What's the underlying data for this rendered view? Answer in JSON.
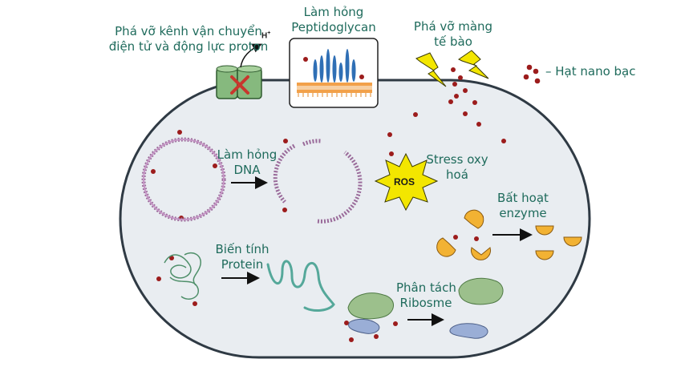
{
  "labels": {
    "proton": [
      "Phá vỡ kênh vận chuyển",
      "điện tử và động lực proton"
    ],
    "peptidoglycan": [
      "Làm hỏng",
      "Peptidoglycan"
    ],
    "membrane": [
      "Phá vỡ màng",
      "tế bào"
    ],
    "legend": "– Hạt nano bạc",
    "dna": [
      "Làm hỏng",
      "DNA"
    ],
    "oxidative": [
      "Stress oxy",
      "hoá"
    ],
    "ros": "ROS",
    "enzyme": [
      "Bất hoạt",
      "enzyme"
    ],
    "protein": [
      "Biến tính",
      "Protein"
    ],
    "ribosome": [
      "Phân tách",
      "Ribosme"
    ],
    "hplus": "H",
    "hplus_sup": "+"
  },
  "colors": {
    "label_text": "#1f6b5c",
    "cell_fill": "#e9edf1",
    "cell_stroke": "#2f3a44",
    "nanoparticle": "#9c1c1c",
    "dna_strand": "#9a6b9a",
    "channel": "#86b97e",
    "cross": "#c8372d",
    "bolt": "#f3e600",
    "ros_star": "#f3e600",
    "enzyme": "#f2b233",
    "ribosome_large": "#9cc08c",
    "ribosome_small": "#9aaed6",
    "peptidoglycan_bar": "#2f6fb5",
    "protein": "#55a89a"
  },
  "icons": [
    "channel-icon",
    "cross-icon",
    "peptidoglycan-icon",
    "lightning-bolt-icon",
    "ros-star-icon",
    "enzyme-icon",
    "ribosome-icon",
    "protein-icon",
    "dna-icon",
    "arrow-icon"
  ]
}
